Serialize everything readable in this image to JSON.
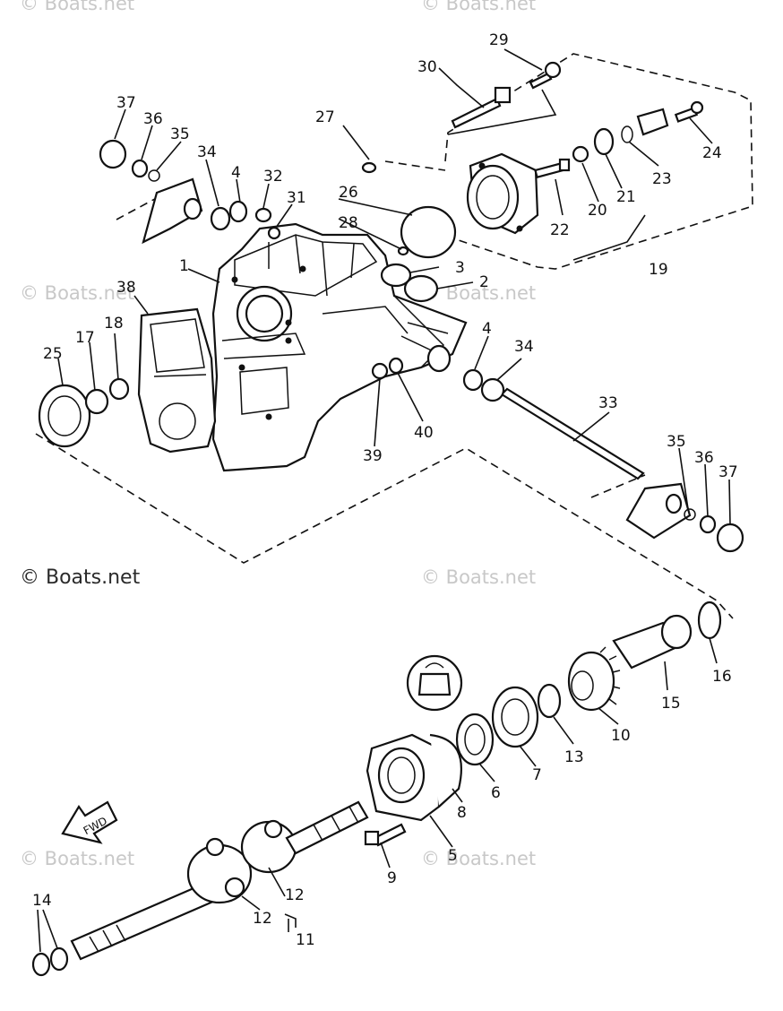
{
  "watermark": {
    "short": "© Boats.net",
    "main": "© Boats.net"
  },
  "callouts": [
    "1",
    "2",
    "3",
    "4",
    "5",
    "6",
    "7",
    "8",
    "9",
    "10",
    "11",
    "12",
    "13",
    "14",
    "15",
    "16",
    "17",
    "18",
    "19",
    "20",
    "21",
    "22",
    "23",
    "24",
    "25",
    "26",
    "27",
    "28",
    "29",
    "30",
    "31",
    "32",
    "33",
    "34",
    "35",
    "36",
    "37",
    "38",
    "39",
    "40"
  ],
  "fwd_label": "FWD"
}
